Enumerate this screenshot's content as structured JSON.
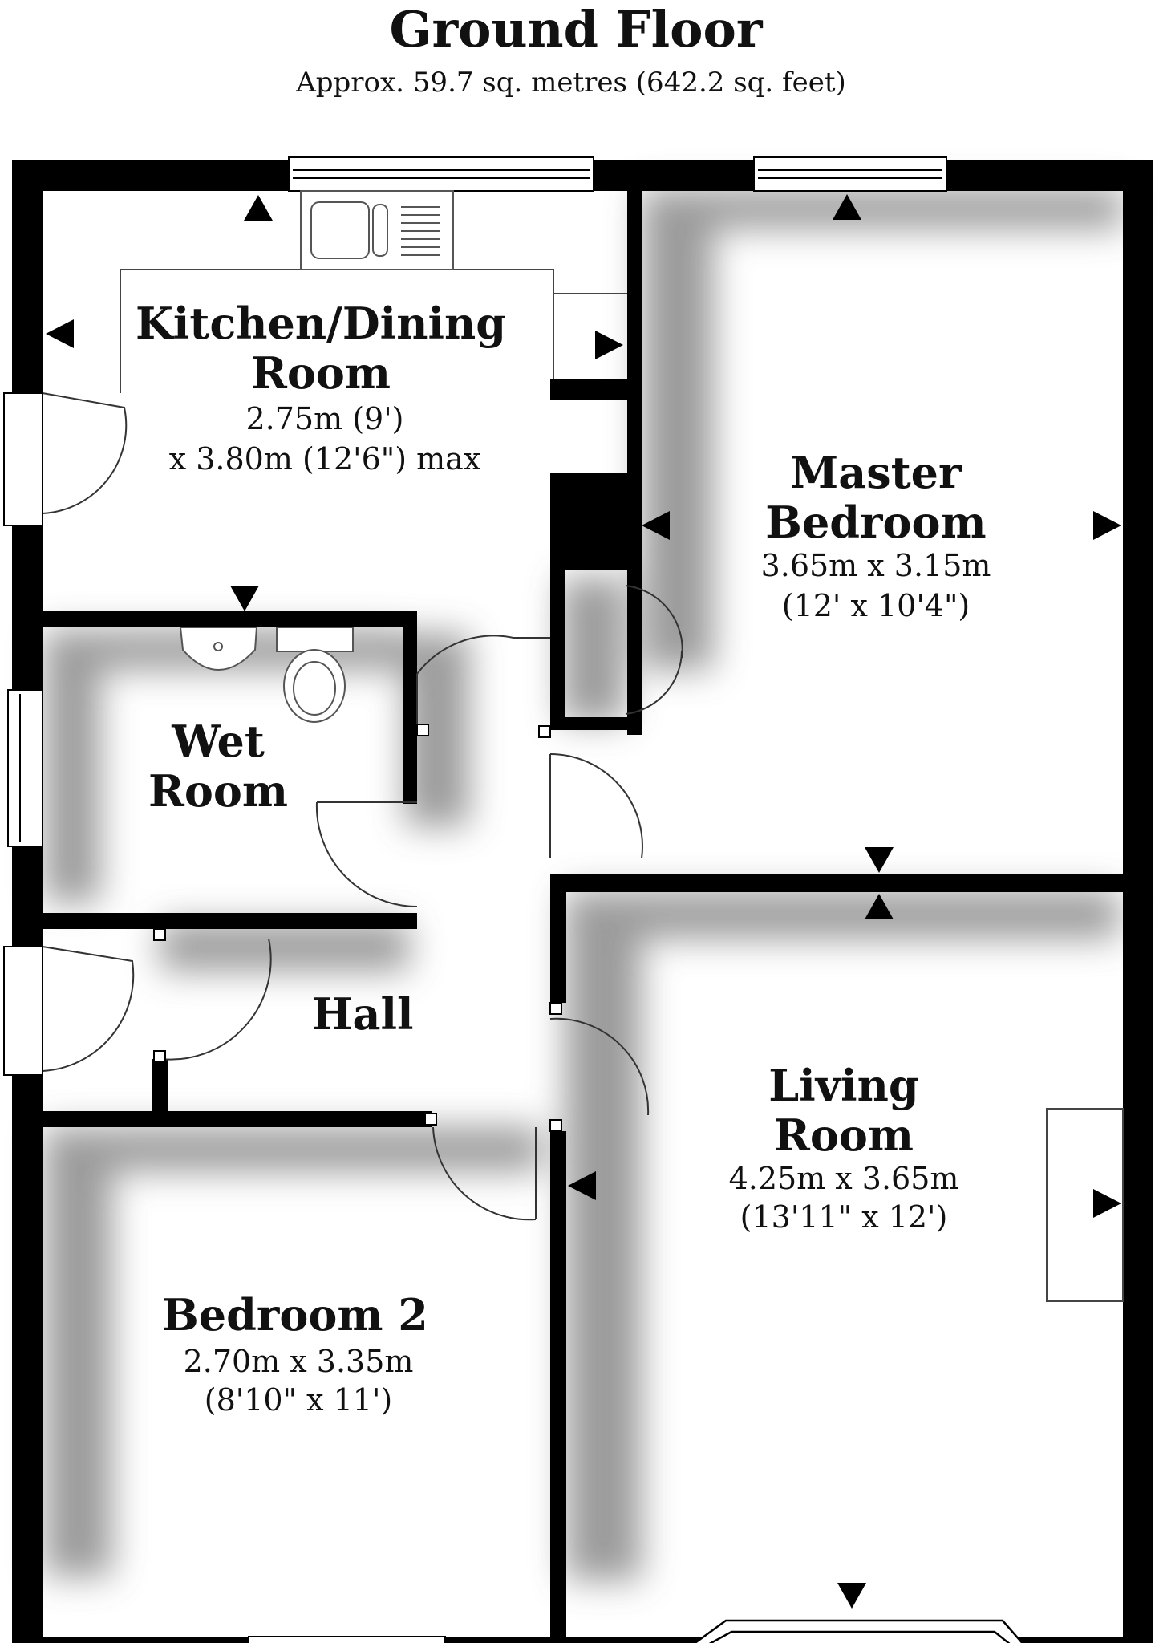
{
  "header": {
    "title": "Ground Floor",
    "subtitle": "Approx. 59.7 sq. metres (642.2 sq. feet)"
  },
  "rooms": {
    "kitchen": {
      "name_line1": "Kitchen/Dining",
      "name_line2": "Room",
      "dim_line1": "2.75m (9')",
      "dim_line2": "x 3.80m (12'6\") max"
    },
    "master": {
      "name_line1": "Master",
      "name_line2": "Bedroom",
      "dim_line1": "3.65m x 3.15m",
      "dim_line2": "(12' x 10'4\")"
    },
    "wet": {
      "name_line1": "Wet",
      "name_line2": "Room"
    },
    "hall": {
      "name": "Hall"
    },
    "living": {
      "name_line1": "Living",
      "name_line2": "Room",
      "dim_line1": "4.25m x 3.65m",
      "dim_line2": "(13'11\" x 12')"
    },
    "bedroom2": {
      "name": "Bedroom 2",
      "dim_line1": "2.70m x 3.35m",
      "dim_line2": "(8'10\" x 11')"
    }
  },
  "colors": {
    "wall": "#000000",
    "shadow": "#8a8a8a",
    "background": "#ffffff",
    "fixture_stroke": "#555555"
  }
}
